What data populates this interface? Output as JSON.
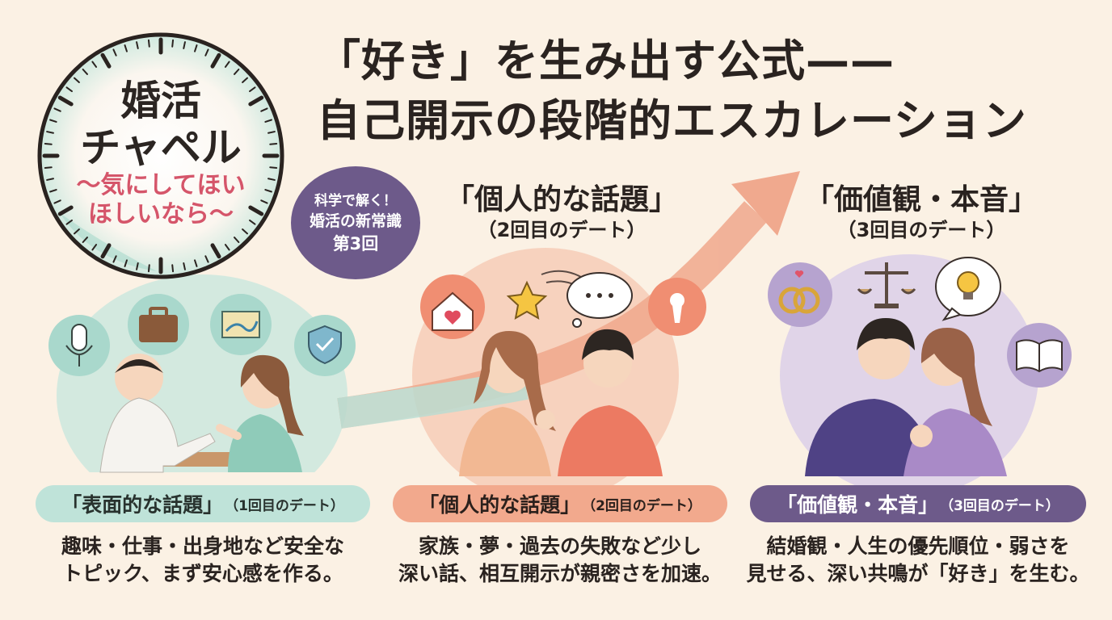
{
  "series": {
    "name_line1": "婚活",
    "name_line2": "チャペル",
    "tagline_line1": "〜気にしてほい",
    "tagline_line2": "ほしいなら〜"
  },
  "headline": {
    "line1": "「好き」を生み出す公式——",
    "line2": "自己開示の段階的エスカレーション"
  },
  "badge": {
    "line1": "科学で解く！",
    "line2": "婚活の新常識",
    "line3": "第3回"
  },
  "stage2_header": {
    "title": "「個人的な話題」",
    "subtitle": "（2回目のデート）"
  },
  "stage3_header": {
    "title": "「価値観・本音」",
    "subtitle": "（3回目のデート）"
  },
  "stages": [
    {
      "label": "「表面的な話題」",
      "sub": "（1回目のデート）",
      "desc_line1": "趣味・仕事・出身地など安全な",
      "desc_line2": "トピック、まず安心感を作る。",
      "color": "#bfe3d9"
    },
    {
      "label": "「個人的な話題」",
      "sub": "（2回目のデート）",
      "desc_line1": "家族・夢・過去の失敗など少し",
      "desc_line2": "深い話、相互開示が親密さを加速。",
      "color": "#f2a98d"
    },
    {
      "label": "「価値観・本音」",
      "sub": "（3回目のデート）",
      "desc_line1": "結婚観・人生の優先順位・弱さを",
      "desc_line2": "見せる、深い共鳴が「好き」を生む。",
      "color": "#6d5a8a"
    }
  ],
  "icons": {
    "stage1": [
      "microphone-icon",
      "briefcase-icon",
      "map-icon",
      "shield-check-icon"
    ],
    "stage2": [
      "home-heart-icon",
      "star-icon",
      "speech-bubble-icon",
      "keyhole-icon"
    ],
    "stage3": [
      "rings-icon",
      "scales-icon",
      "lightbulb-icon",
      "book-icon"
    ]
  },
  "colors": {
    "background": "#fbf1e4",
    "accent_pink": "#d5556a",
    "stage1": "#bfe3d9",
    "stage2": "#f2a98d",
    "stage3": "#6d5a8a"
  }
}
